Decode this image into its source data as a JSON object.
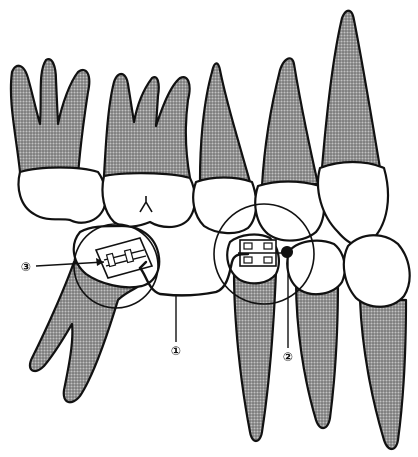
{
  "labels": [
    {
      "id": "1",
      "text": "①"
    },
    {
      "id": "2",
      "text": "②"
    },
    {
      "id": "3",
      "text": "③"
    }
  ]
}
